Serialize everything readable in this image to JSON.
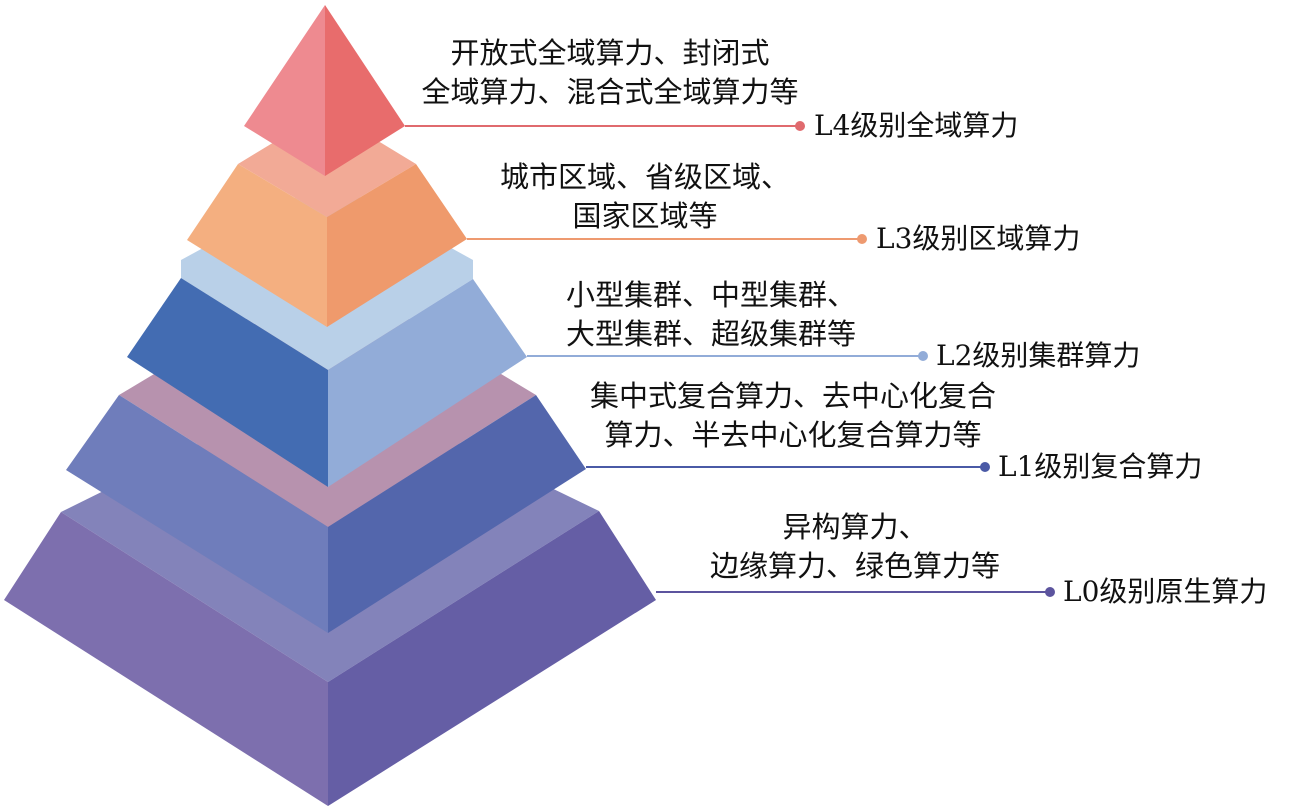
{
  "levels": [
    {
      "label": "L4级别全域算力",
      "desc": [
        "开放式全域算力、封闭式",
        "全域算力、混合式全域算力等"
      ],
      "line_color": "#E06A6E"
    },
    {
      "label": "L3级别区域算力",
      "desc": [
        "城市区域、省级区域、",
        "国家区域等"
      ],
      "line_color": "#EE9A70"
    },
    {
      "label": "L2级别集群算力",
      "desc": [
        "小型集群、中型集群、",
        "大型集群、超级集群等"
      ],
      "line_color": "#92ACD8"
    },
    {
      "label": "L1级别复合算力",
      "desc": [
        "集中式复合算力、去中心化复合",
        "算力、半去中心化复合算力等"
      ],
      "line_color": "#4A5AA6"
    },
    {
      "label": "L0级别原生算力",
      "desc": [
        "异构算力、",
        "边缘算力、绿色算力等"
      ],
      "line_color": "#5C549E"
    }
  ]
}
